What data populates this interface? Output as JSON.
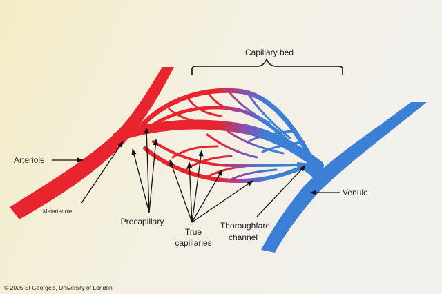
{
  "labels": {
    "capillary_bed": "Capillary bed",
    "arteriole": "Arteriole",
    "metarteriole": "Metarteriole",
    "precapillary": "Precapillary",
    "true_capillaries_line1": "True",
    "true_capillaries_line2": "capillaries",
    "thoroughfare_line1": "Thoroughfare",
    "thoroughfare_line2": "channel",
    "venule": "Venule"
  },
  "copyright": "© 2005 St George's, University of London",
  "colors": {
    "arterial_red": "#e8242e",
    "venous_blue": "#3b7fd6",
    "background_left": "#f5efc8",
    "background_right": "#f3f0ea"
  }
}
